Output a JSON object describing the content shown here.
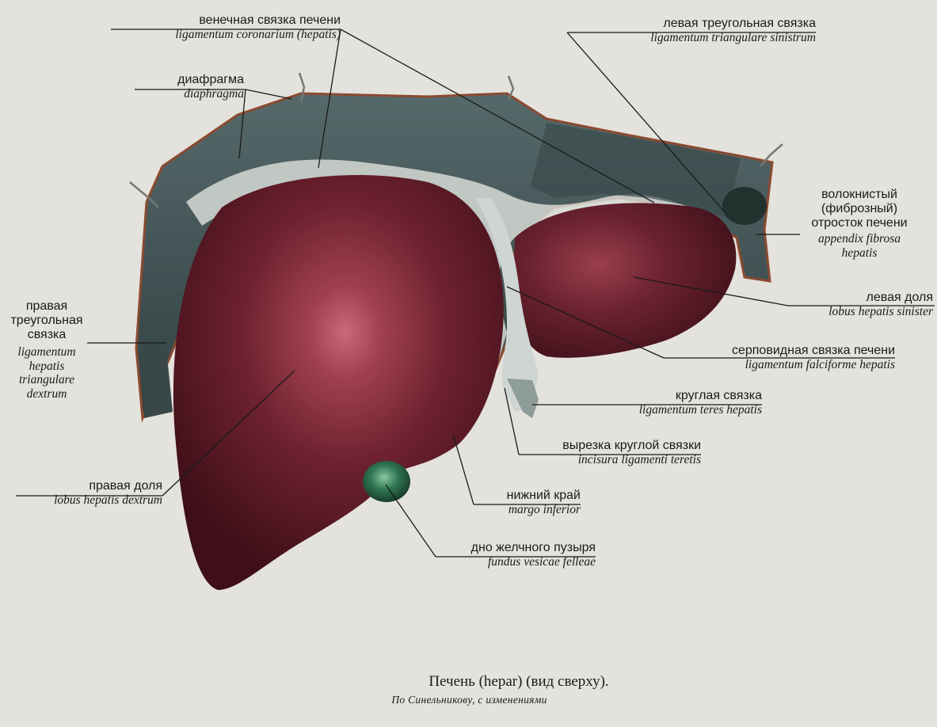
{
  "labels": {
    "coronary": {
      "ru": "венечная связка печени",
      "la": "ligamentum coronarium (hepatis)"
    },
    "diaphragm": {
      "ru": "диафрагма",
      "la": "diaphragma"
    },
    "left_triangular": {
      "ru": "левая треугольная связка",
      "la": "ligamentum triangulare sinistrum"
    },
    "fibrous_appendix": {
      "ru_lines": [
        "волокнистый",
        "(фиброзный)",
        "отросток печени"
      ],
      "la_lines": [
        "appendix fibrosa",
        "hepatis"
      ]
    },
    "left_lobe": {
      "ru": "левая доля",
      "la": "lobus hepatis sinister"
    },
    "falciform": {
      "ru": "серповидная связка печени",
      "la": "ligamentum falciforme hepatis"
    },
    "round_ligament": {
      "ru": "круглая связка",
      "la": "ligamentum teres hepatis"
    },
    "round_notch": {
      "ru": "вырезка круглой связки",
      "la": "incisura ligamenti teretis"
    },
    "inferior_margin": {
      "ru": "нижний край",
      "la": "margo inferior"
    },
    "gallbladder_fundus": {
      "ru": "дно желчного пузыря",
      "la": "fundus vesicae felleae"
    },
    "right_lobe": {
      "ru": "правая доля",
      "la": "lobus hepatis dextrum"
    },
    "right_triangular": {
      "ru_lines": [
        "правая",
        "треугольная",
        "связка"
      ],
      "la_lines": [
        "ligamentum",
        "hepatis",
        "triangulare",
        "dextrum"
      ]
    }
  },
  "caption": {
    "title": "Печень (hepar) (вид сверху).",
    "subtitle": "По Синельникову, с изменениями"
  },
  "colors": {
    "paper": "#e4e2dc",
    "diaphragm": "#4a5a5c",
    "liver": "#5a1a22",
    "liver_highlight": "#c06070",
    "ligament": "#d8dcd8",
    "gallbladder": "#2e6e4e",
    "leader_line": "#1a1a1a"
  }
}
